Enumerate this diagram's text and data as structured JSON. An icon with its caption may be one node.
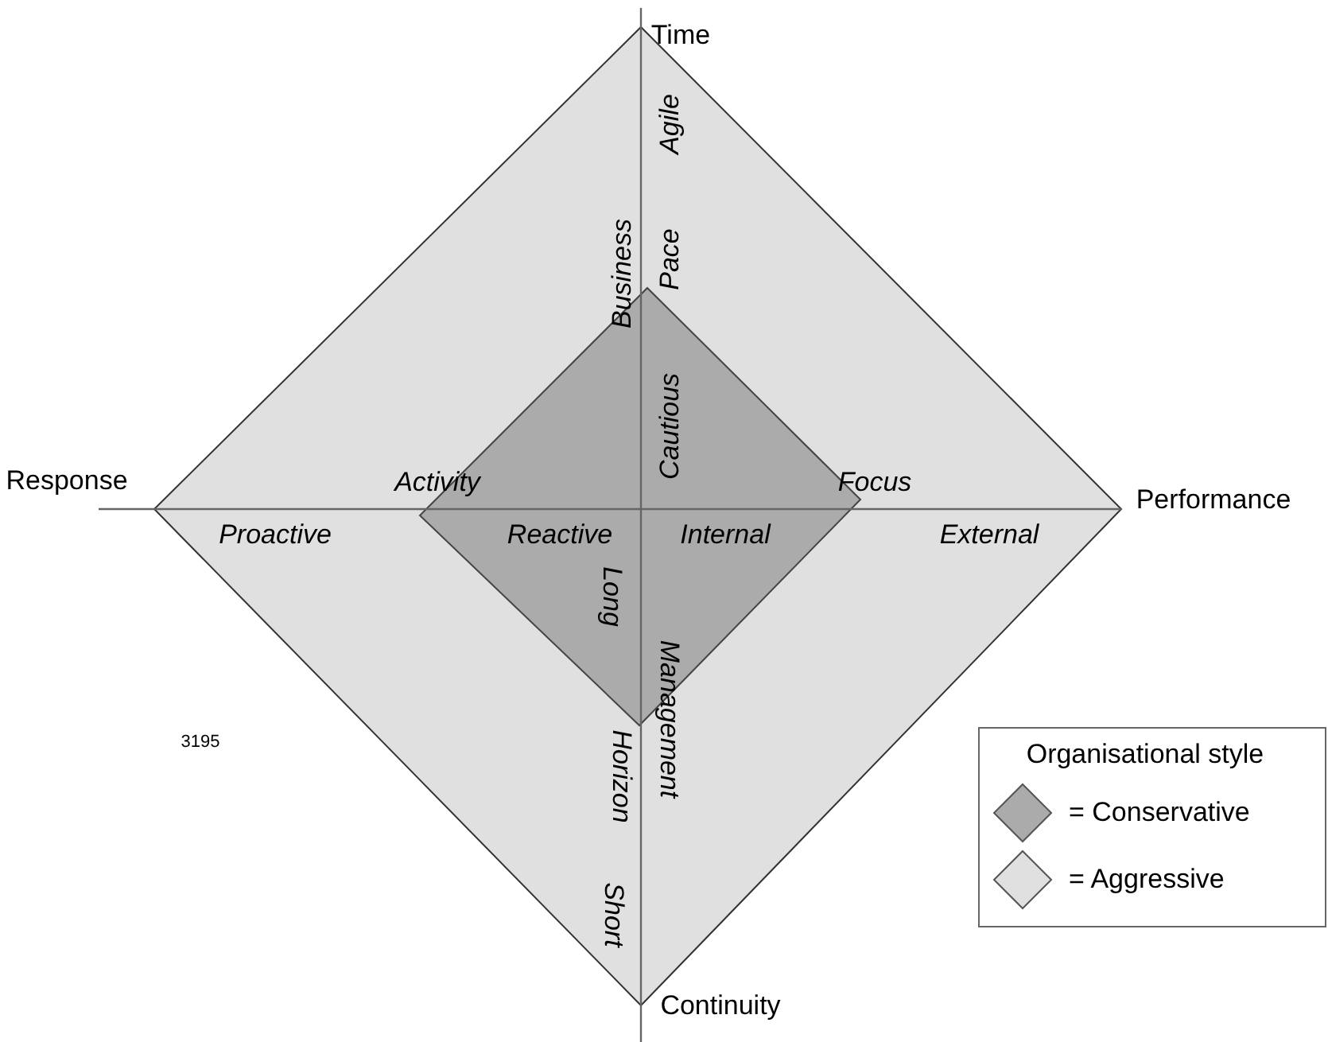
{
  "diagram": {
    "labels": [
      "Time",
      "Agile",
      "Business",
      "Pace",
      "Cautious",
      "Response",
      "Activity",
      "Focus",
      "Performance",
      "Proactive",
      "Reactive",
      "Internal",
      "External",
      "Long",
      "Management",
      "Horizon",
      "3195",
      "Short",
      "Continuity",
      "Organisational style"
    ],
    "legend": [
      {
        "text": "= Conservative",
        "color": "#ababab"
      },
      {
        "text": "= Aggressive",
        "color": "#e0e0e0"
      }
    ]
  }
}
